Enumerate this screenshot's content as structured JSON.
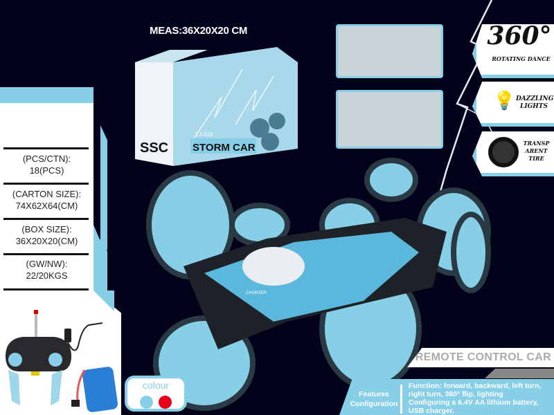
{
  "meas": "MEAS:36X20X20 CM",
  "specs": [
    {
      "label": "(PCS/CTN):",
      "value": "18(PCS)"
    },
    {
      "label": "(CARTON SIZE):",
      "value": "74X62X64(CM)"
    },
    {
      "label": "(BOX SIZE):",
      "value": "36X20X20(CM)"
    },
    {
      "label": "(GW/NW):",
      "value": "22/20KGS"
    }
  ],
  "box": {
    "brand": "SSC",
    "name": "STORM CAR",
    "model": "YJ-018"
  },
  "badges": {
    "rotate_big": "360°",
    "rotate_small": "ROTATING DANCE",
    "lights": "DAZZLING LIGHTS",
    "tire": "TRANSP ARENT TIRE"
  },
  "car_label": "CHARGER",
  "banner": "REMOTE CONTROL CAR",
  "features": {
    "heading": "Features Configuration",
    "function": "Function: forward, backward, left turn, right turn, 360° flip, lighting",
    "config": "Configuring a 6.4V AA lithium battery, USB charger."
  },
  "colour": {
    "label": "colour",
    "options": [
      "#87cfe6",
      "#e8001a"
    ]
  },
  "colors": {
    "background": "#02021a",
    "accent": "#87cfe6"
  }
}
